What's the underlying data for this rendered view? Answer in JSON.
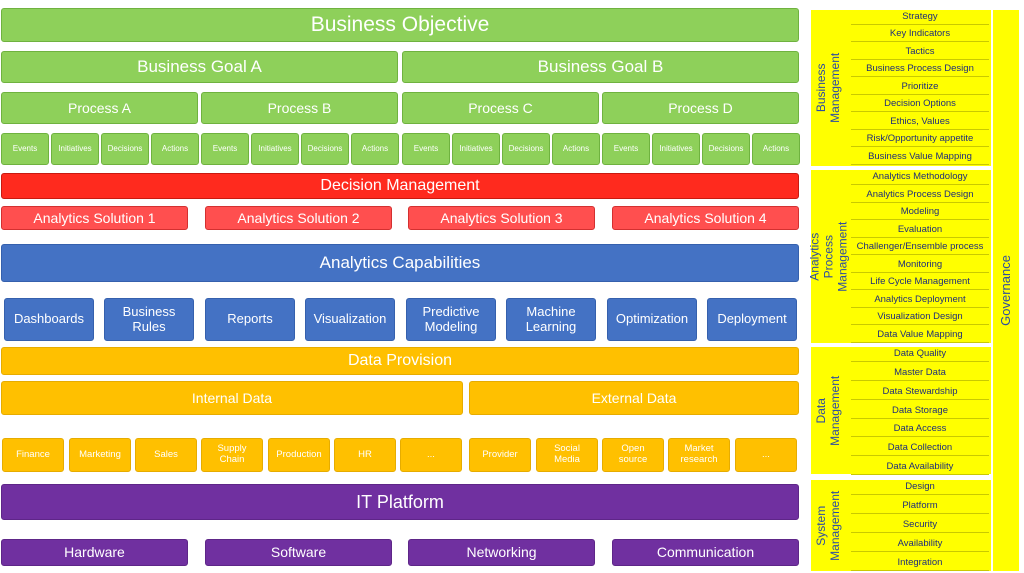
{
  "business_objective": "Business Objective",
  "business_goals": [
    "Business Goal A",
    "Business Goal B"
  ],
  "processes": [
    "Process A",
    "Process B",
    "Process C",
    "Process D"
  ],
  "process_steps": [
    "Events",
    "Initiatives",
    "Decisions",
    "Actions"
  ],
  "decision_management": "Decision Management",
  "analytics_solutions": [
    "Analytics Solution 1",
    "Analytics Solution 2",
    "Analytics Solution 3",
    "Analytics Solution 4"
  ],
  "analytics_capabilities": "Analytics Capabilities",
  "capabilities": [
    "Dashboards",
    "Business\nRules",
    "Reports",
    "Visualization",
    "Predictive\nModeling",
    "Machine\nLearning",
    "Optimization",
    "Deployment"
  ],
  "data_provision": "Data Provision",
  "internal_data": "Internal Data",
  "external_data": "External Data",
  "internal_sources": [
    "Finance",
    "Marketing",
    "Sales",
    "Supply\nChain",
    "Production",
    "HR",
    "..."
  ],
  "external_sources": [
    "Provider",
    "Social\nMedia",
    "Open\nsource",
    "Market\nresearch",
    "..."
  ],
  "it_platform": "IT Platform",
  "it_components": [
    "Hardware",
    "Software",
    "Networking",
    "Communication"
  ],
  "management": [
    {
      "title": "Business Management",
      "items": [
        "Strategy",
        "Key Indicators",
        "Tactics",
        "Business Process Design",
        "Prioritize",
        "Decision Options",
        "Ethics, Values",
        "Risk/Opportunity appetite",
        "Business Value Mapping"
      ]
    },
    {
      "title": "Analytics Process\nManagement",
      "items": [
        "Analytics Methodology",
        "Analytics Process Design",
        "Modeling",
        "Evaluation",
        "Challenger/Ensemble process",
        "Monitoring",
        "Life Cycle Management",
        "Analytics Deployment",
        "Visualization Design",
        "Data Value Mapping"
      ]
    },
    {
      "title": "Data Management",
      "items": [
        "Data Quality",
        "Master Data",
        "Data Stewardship",
        "Data Storage",
        "Data Access",
        "Data Collection",
        "Data Availability"
      ]
    },
    {
      "title": "System\nManagement",
      "items": [
        "Design",
        "Platform",
        "Security",
        "Availability",
        "Integration"
      ]
    }
  ],
  "governance": "Governance",
  "colors": {
    "green": "#8ED05A",
    "red": "#FF2A1E",
    "light_red": "#FF4F4F",
    "blue": "#4472C4",
    "amber": "#FFC000",
    "purple": "#7030A0",
    "yellow": "#FFFF00",
    "label_text": "#1F2E7A"
  }
}
